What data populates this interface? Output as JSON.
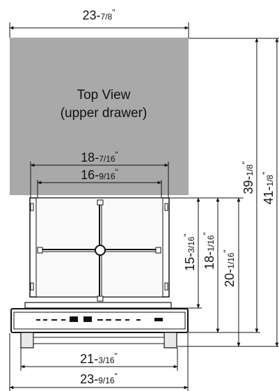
{
  "colors": {
    "top_view_fill": "#a9a9a9",
    "line": "#111111",
    "drawer_face": "#ffffff",
    "panel": "#e9e9e9"
  },
  "top_view": {
    "line1": "Top View",
    "line2": "(upper drawer)"
  },
  "dimensions": {
    "top_width": {
      "whole": "23-",
      "frac": "7/8",
      "mark": "\""
    },
    "inner_width_a": {
      "whole": "18-",
      "frac": "7/16",
      "mark": "\""
    },
    "inner_width_b": {
      "whole": "16-",
      "frac": "9/16",
      "mark": "\""
    },
    "base_width_a": {
      "whole": "21-",
      "frac": "3/16",
      "mark": "\""
    },
    "base_width_b": {
      "whole": "23-",
      "frac": "9/16",
      "mark": "\""
    },
    "height_a": {
      "whole": "15-",
      "frac": "3/16",
      "mark": "\""
    },
    "height_b": {
      "whole": "18-",
      "frac": "1/16",
      "mark": "\""
    },
    "height_c": {
      "whole": "20-",
      "frac": "1/16",
      "mark": "\""
    },
    "height_d": {
      "whole": "39-",
      "frac": "1/8",
      "mark": "\""
    },
    "height_e": {
      "whole": "41-",
      "frac": "1/8",
      "mark": "\""
    }
  }
}
